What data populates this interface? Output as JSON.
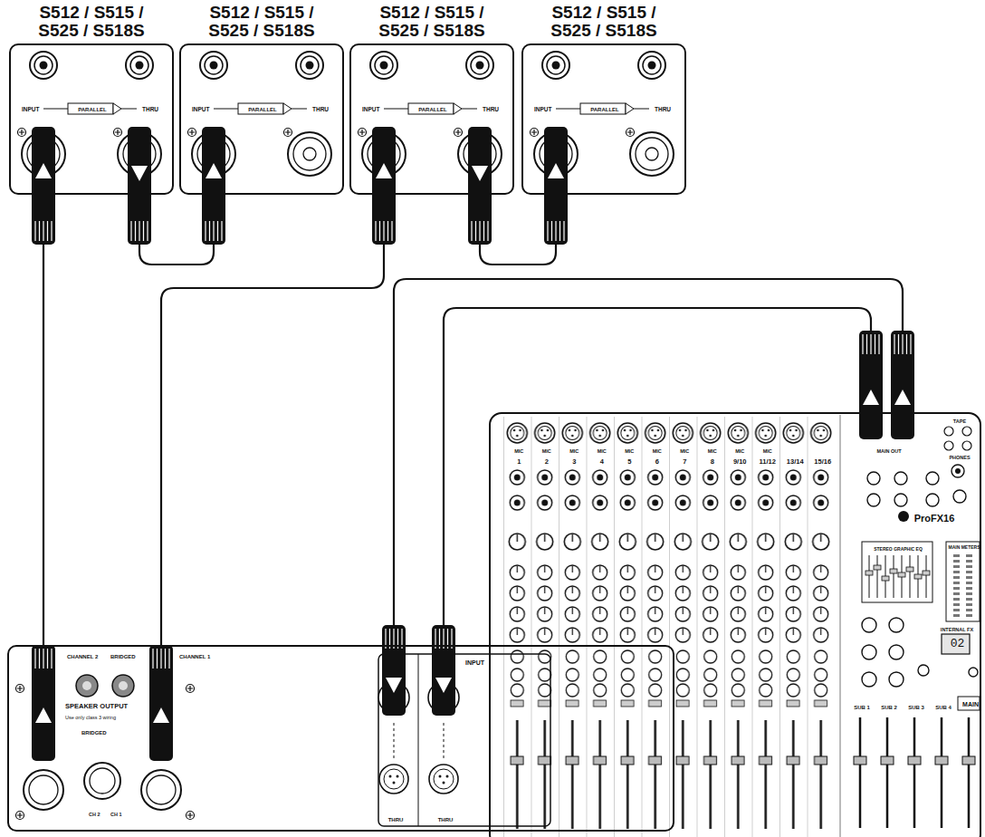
{
  "diagram": {
    "nodes": [
      {
        "text": [
          "S512 / S515 / S525 / S518S",
          "INPUT",
          "PARALLEL",
          "THRU"
        ]
      },
      {
        "text": [
          "S512 / S515 / S525 / S518S",
          "INPUT",
          "PARALLEL",
          "THRU"
        ]
      },
      {
        "text": [
          "S512 / S515 / S525 / S518S",
          "INPUT",
          "PARALLEL",
          "THRU"
        ]
      },
      {
        "text": [
          "S512 / S515 / S525 / S518S",
          "INPUT",
          "PARALLEL",
          "THRU"
        ]
      },
      {
        "text": [
          "MIC",
          "MIC",
          "MIC",
          "MIC",
          "MIC",
          "MIC",
          "MIC",
          "MIC",
          "MIC",
          "MIC",
          "1",
          "2",
          "3",
          "4",
          "5",
          "6",
          "7",
          "8",
          "9/10",
          "11/12",
          "13/14",
          "15/16",
          "MAIN OUT",
          "TAPE",
          "PHONES",
          "ProFX16",
          "STEREO GRAPHIC EQ",
          "MAIN METERS",
          "INTERNAL FX",
          "02",
          "SUB 1",
          "SUB 2",
          "SUB 3",
          "SUB 4",
          "MAIN"
        ]
      },
      {
        "text": [
          "CHANNEL 2",
          "BRIDGED",
          "CHANNEL 1",
          "SPEAKER OUTPUT",
          "Use only class 3 wiring",
          "BRIDGED",
          "CH 2",
          "CH 1",
          "INPUT",
          "THRU",
          "THRU"
        ]
      }
    ],
    "edges": [
      {
        "from": 5,
        "to": 0,
        "arrow": "to"
      },
      {
        "from": 0,
        "to": 1,
        "arrow": "to"
      },
      {
        "from": 5,
        "to": 2,
        "arrow": "to"
      },
      {
        "from": 2,
        "to": 3,
        "arrow": "to"
      },
      {
        "from": 4,
        "to": 5,
        "arrow": "to"
      },
      {
        "from": 4,
        "to": 5,
        "arrow": "to"
      }
    ]
  }
}
